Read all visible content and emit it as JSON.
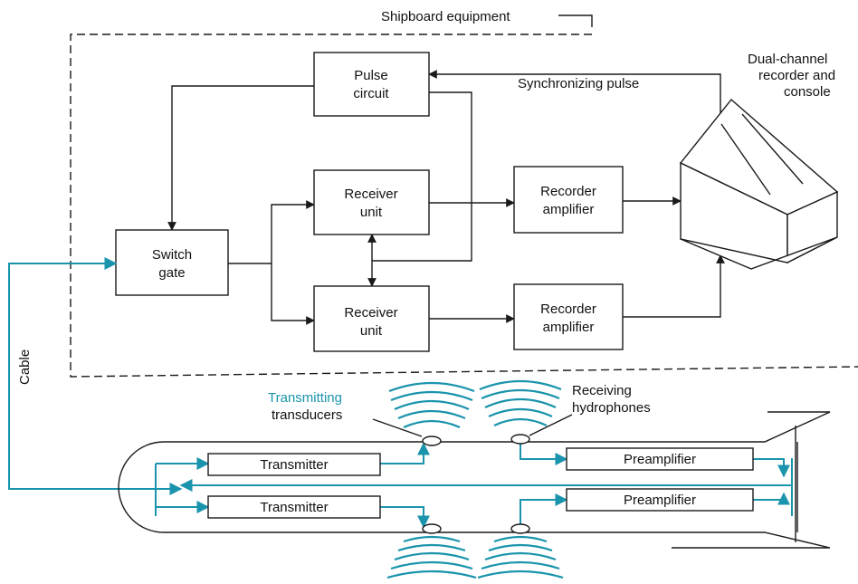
{
  "labels": {
    "shipboard": "Shipboard equipment",
    "recorder": [
      "Dual-channel",
      "recorder and",
      "console"
    ],
    "sync": "Synchronizing pulse",
    "cable": "Cable",
    "transmitting": [
      "Transmitting",
      "transducers"
    ],
    "receiving": [
      "Receiving",
      "hydrophones"
    ]
  },
  "blocks": {
    "pulse": [
      "Pulse",
      "circuit"
    ],
    "switch": [
      "Switch",
      "gate"
    ],
    "receiver1": [
      "Receiver",
      "unit"
    ],
    "receiver2": [
      "Receiver",
      "unit"
    ],
    "amp1": [
      "Recorder",
      "amplifier"
    ],
    "amp2": [
      "Recorder",
      "amplifier"
    ],
    "transmitter1": "Transmitter",
    "transmitter2": "Transmitter",
    "preamp1": "Preamplifier",
    "preamp2": "Preamplifier"
  },
  "colors": {
    "line": "#1a1a1a",
    "cyan": "#1a94ac"
  }
}
